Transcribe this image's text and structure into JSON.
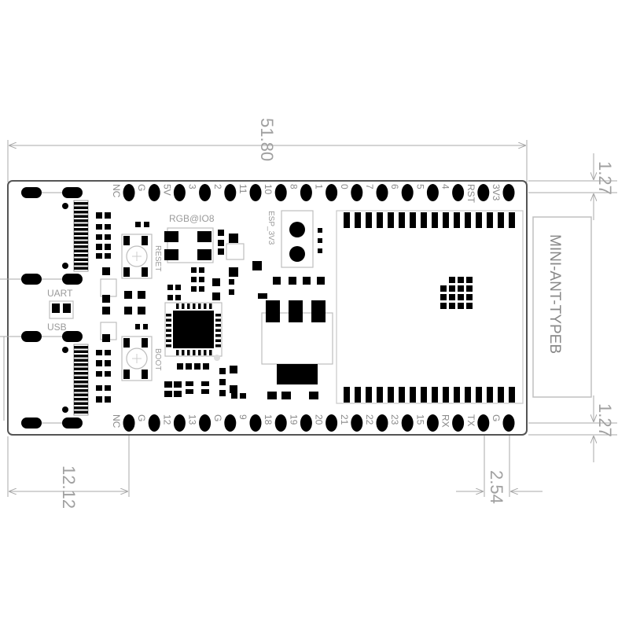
{
  "dimensions": {
    "board_length": "51.80",
    "top_margin": "1.27",
    "bottom_margin": "1.27",
    "left_offset": "12.12",
    "pin_pitch": "2.54"
  },
  "labels": {
    "rgb": "RGB@IO8",
    "reset": "RESET",
    "boot": "BOOT",
    "esp_3v3": "ESP_3V3",
    "uart": "UART",
    "usb": "USB",
    "antenna": "MINI-ANT-TYPEB"
  },
  "pins": {
    "top": [
      "NC",
      "G",
      "5V",
      "3",
      "2",
      "11",
      "10",
      "8",
      "1",
      "0",
      "7",
      "6",
      "5",
      "4",
      "RST",
      "3V3"
    ],
    "bottom": [
      "NC",
      "G",
      "12",
      "13",
      "G",
      "9",
      "18",
      "19",
      "20",
      "21",
      "22",
      "23",
      "15",
      "RX",
      "TX",
      "G"
    ]
  },
  "colors": {
    "pad": "#000000",
    "dimension": "#a8a8a8",
    "board_edge": "#555555"
  }
}
